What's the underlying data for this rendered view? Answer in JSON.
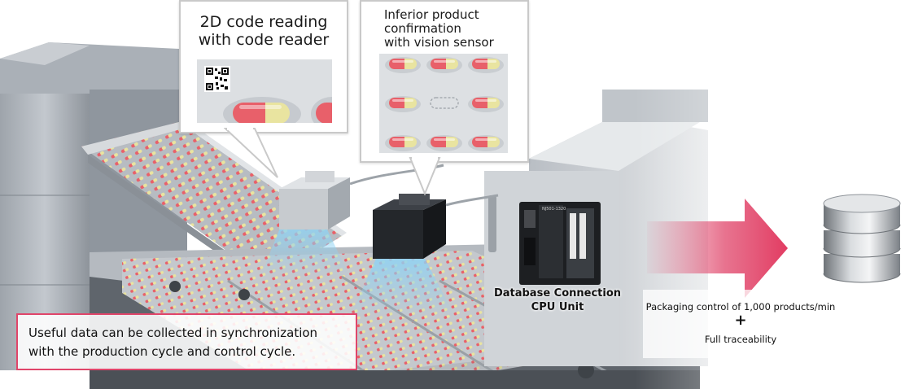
{
  "callouts": {
    "code_reader": {
      "title": "2D code reading\nwith code reader"
    },
    "vision_sensor": {
      "title": "Inferior product\nconfirmation\nwith vision sensor"
    }
  },
  "labels": {
    "cpu_unit": "Database Connection\nCPU Unit",
    "packaging": "Packaging control of 1,000 products/min",
    "plus": "+",
    "traceability": "Full traceability",
    "note": "Useful data can be collected in synchronization\nwith the production cycle and control cycle."
  },
  "colors": {
    "accent": "#e0456a",
    "capsule_red": "#e8606a",
    "capsule_yellow": "#e9e4a0",
    "beam": "#8fd3f4"
  },
  "icons": [
    "qr-code-icon",
    "database-icon",
    "arrow-right-icon"
  ]
}
